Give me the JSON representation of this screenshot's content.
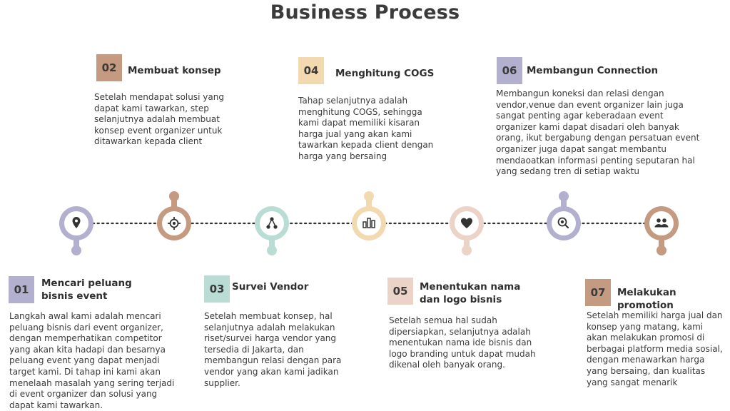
{
  "title": "Business Process",
  "steps": [
    {
      "number": "01",
      "title": "Mencari peluang bisnis event",
      "icon": "location-pin-icon",
      "color": "#b3b0cf",
      "desc": "Langkah awal kami adalah mencari peluang bisnis dari event organizer, dengan memperhatikan competitor yang akan kita hadapi dan besarnya peluang event yang dapat menjadi target kami. Di tahap ini kami akan menelaah masalah yang sering terjadi di event organizer dan solusi yang dapat kami tawarkan."
    },
    {
      "number": "02",
      "title": "Membuat konsep",
      "icon": "crosshair-icon",
      "color": "#c49a80",
      "desc": "Setelah mendapat solusi yang dapat kami tawarkan, step selanjutnya adalah membuat konsep event organizer untuk ditawarkan kepada client"
    },
    {
      "number": "03",
      "title": "Survei Vendor",
      "icon": "network-nodes-icon",
      "color": "#b9ddd4",
      "desc": "Setelah membuat konsep, hal selanjutnya adalah melakukan riset/survei harga vendor yang tersedia di Jakarta, dan membangun relasi dengan para vendor yang akan kami jadikan supplier."
    },
    {
      "number": "04",
      "title": "Menghitung COGS",
      "icon": "bar-chart-icon",
      "color": "#f2d9b0",
      "desc": "Tahap selanjutnya adalah menghitung COGS, sehingga kami dapat memiliki kisaran harga jual yang akan kami tawarkan kepada client dengan harga yang bersaing"
    },
    {
      "number": "05",
      "title": "Menentukan nama dan logo bisnis",
      "icon": "heart-icon",
      "color": "#ecd3c8",
      "desc": "Setelah semua hal sudah dipersiapkan, selanjutnya adalah menentukan nama ide bisnis dan logo branding untuk dapat mudah dikenal oleh banyak orang."
    },
    {
      "number": "06",
      "title": "Membangun Connection",
      "icon": "magnifier-icon",
      "color": "#b3b0cf",
      "desc": "Membangun koneksi dan relasi dengan vendor,venue dan event organizer lain juga sangat penting agar keberadaan event organizer kami dapat disadari oleh banyak orang, ikut bergabung dengan persatuan event organizer juga dapat sangat membantu mendaoatkan informasi penting seputaran hal yang sedang tren di setiap waktu"
    },
    {
      "number": "07",
      "title": "Melakukan promotion",
      "icon": "people-icon",
      "color": "#c49a80",
      "desc": "Setelah memiliki harga jual dan konsep yang matang, kami akan melakukan promosi di berbagai platform media sosial, dengan menawarkan harga yang bersaing, dan kualitas yang sangat menarik"
    }
  ]
}
